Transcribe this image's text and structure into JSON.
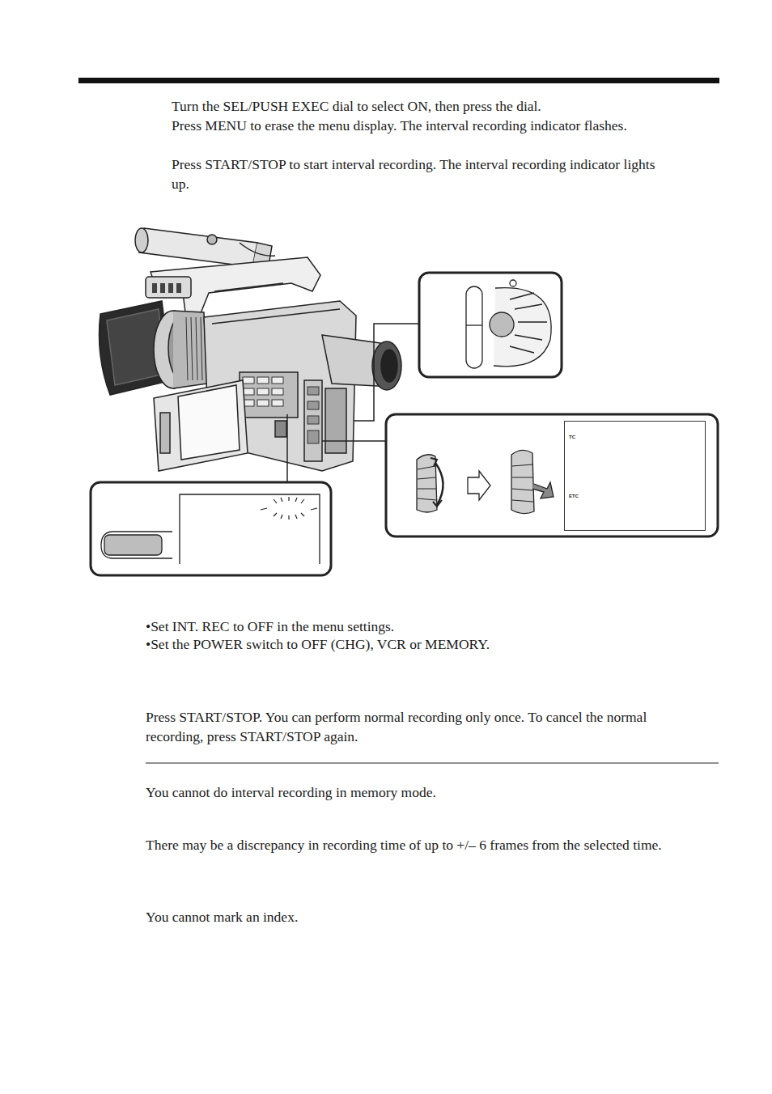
{
  "diagram": {
    "nodes": [
      {
        "text": [
          "TC",
          "ETC"
        ]
      }
    ],
    "labels": [
      "Turn the SEL/PUSH EXEC dial to select ON, then press the dial.",
      "Press MENU to erase the menu display. The interval recording indicator flashes.",
      "Press START/STOP to start interval recording. The interval recording indicator lights up.",
      "•Set INT. REC to OFF in the menu settings.",
      "•Set the POWER switch to OFF (CHG), VCR or MEMORY.",
      "Press START/STOP. You can perform normal recording only once. To cancel the normal recording, press START/STOP again.",
      "You cannot do interval recording in memory mode.",
      "There may be a discrepancy in recording time of up to +/– 6 frames from the selected time.",
      "You cannot mark an index."
    ]
  }
}
